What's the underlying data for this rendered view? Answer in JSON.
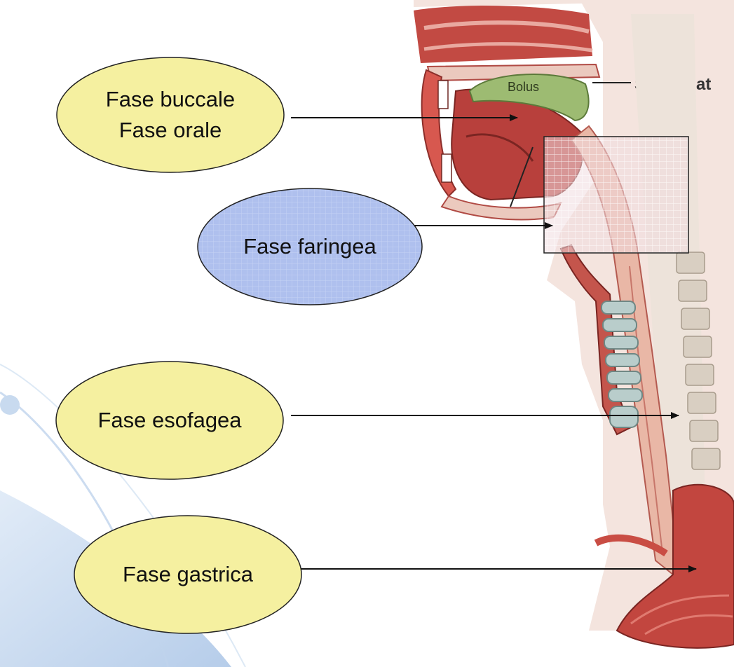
{
  "diagram": {
    "phases": [
      {
        "id": "buccale",
        "lines": [
          "Fase buccale",
          "Fase orale"
        ],
        "color": "#F5F0A0"
      },
      {
        "id": "faringea",
        "lines": [
          "Fase faringea"
        ],
        "color": "#AFC0EE"
      },
      {
        "id": "esofagea",
        "lines": [
          "Fase esofagea"
        ],
        "color": "#F5F0A0"
      },
      {
        "id": "gastrica",
        "lines": [
          "Fase gastrica"
        ],
        "color": "#F5F0A0"
      }
    ],
    "anatomy_labels": {
      "bolus": "Bolus",
      "soft_palate": "Soft palat"
    },
    "colors": {
      "ellipse_stroke": "#222222",
      "arrow": "#111111",
      "tissue_dark": "#B8403C",
      "tissue_light": "#E9B7A6",
      "bolus": "#9DBB72",
      "cartilage": "#B9CDCB",
      "background_swoosh": "#C9DBF0"
    }
  }
}
